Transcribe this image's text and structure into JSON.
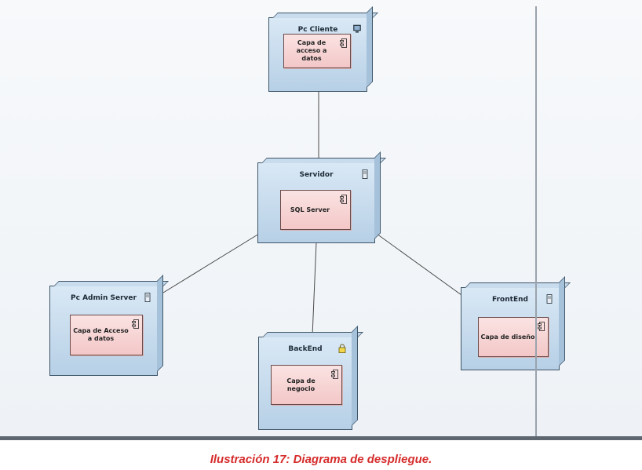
{
  "nodes": {
    "pc_cliente": {
      "title": "Pc Cliente",
      "icon": "desktop-icon",
      "component": "Capa de acceso a datos"
    },
    "servidor": {
      "title": "Servidor",
      "icon": "server-icon",
      "component": "SQL Server"
    },
    "pc_admin_server": {
      "title": "Pc Admin Server",
      "icon": "server-icon",
      "component": "Capa de Acceso a datos"
    },
    "backend": {
      "title": "BackEnd",
      "icon": "lock-icon",
      "component": "Capa de negocio"
    },
    "frontend": {
      "title": "FrontEnd",
      "icon": "server-icon",
      "component": "Capa de diseño"
    }
  },
  "connections": [
    [
      "servidor",
      "pc_cliente"
    ],
    [
      "servidor",
      "pc_admin_server"
    ],
    [
      "servidor",
      "backend"
    ],
    [
      "servidor",
      "frontend"
    ]
  ],
  "colors": {
    "node_fill": "#c8dcee",
    "component_fill": "#f6d2d2",
    "caption": "#d62b2b",
    "edge": "#4a4a4a"
  },
  "caption": "Ilustración 17: Diagrama de despliegue."
}
